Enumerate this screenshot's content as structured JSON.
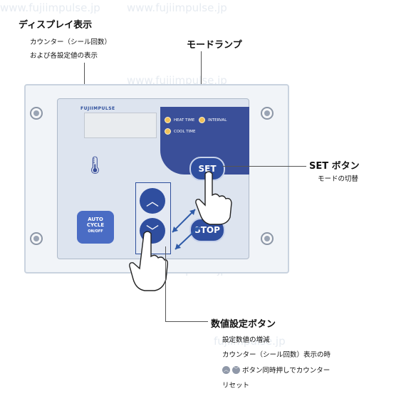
{
  "watermark": {
    "text_a": "www.fujiimpulse.jp",
    "text_b": "fujiimpulse.jp"
  },
  "display_callout": {
    "title": "ディスプレイ表示",
    "line1": "カウンター（シール回数）",
    "line2": "および各設定値の表示"
  },
  "mode_lamp_callout": {
    "title": "モードランプ"
  },
  "set_callout": {
    "title": "SET ボタン",
    "line1": "モードの切替"
  },
  "value_callout": {
    "title": "数値設定ボタン",
    "line1": "設定数値の増減",
    "line2": "カウンター（シール回数）表示の時",
    "line3": "ボタン同時押しでカウンター",
    "line4": "リセット"
  },
  "panel": {
    "brand": "FUJIIMPULSE",
    "lamps": {
      "heat_time": "HEAT TIME",
      "interval": "INTERVAL",
      "cool_time": "COOL TIME"
    },
    "set_button": "SET",
    "stop_button": "STOP",
    "auto_cycle": {
      "line1": "AUTO",
      "line2": "CYCLE",
      "line3": "ON/OFF"
    }
  },
  "colors": {
    "panel_blue": "#2f4e9f",
    "lamp_yellow": "#f0c15a",
    "arrow_blue": "#2e5aa8"
  },
  "icons": [
    "up-chevron-icon",
    "down-chevron-icon",
    "thermometer-icon",
    "pointing-hand-icon",
    "double-arrow-icon",
    "screw-icon"
  ]
}
